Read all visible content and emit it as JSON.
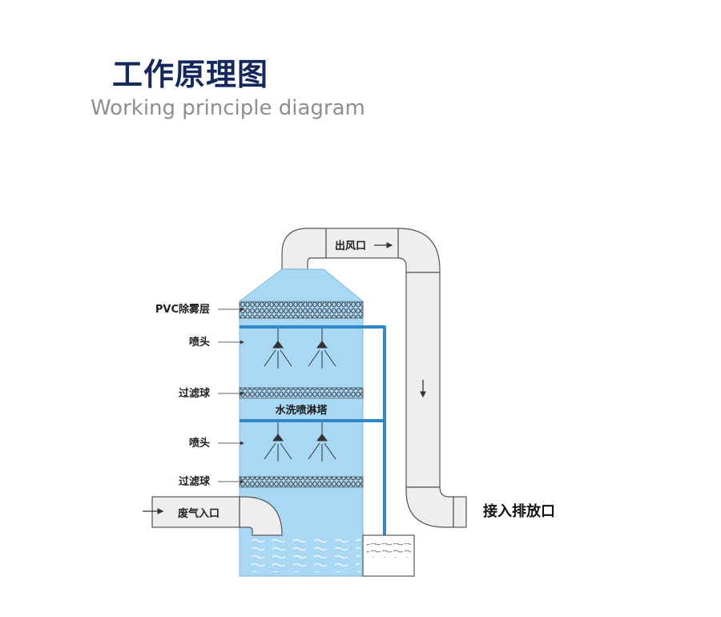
{
  "header": {
    "title_cn": "工作原理图",
    "title_en": "Working principle diagram"
  },
  "diagram": {
    "outlet_label": "出风口",
    "tower_label": "水洗喷淋塔",
    "pvc_label": "PVC除雾层",
    "nozzle_label_1": "喷头",
    "filter_label_1": "过滤球",
    "nozzle_label_2": "喷头",
    "filter_label_2": "过滤球",
    "inlet_label": "废气入口",
    "exhaust_label": "接入排放口"
  },
  "colors": {
    "tower_fill": "#a9d8f5",
    "pipe_blue": "#2f86c9",
    "duct_fill": "#eeeeee",
    "title_navy": "#14285c"
  }
}
